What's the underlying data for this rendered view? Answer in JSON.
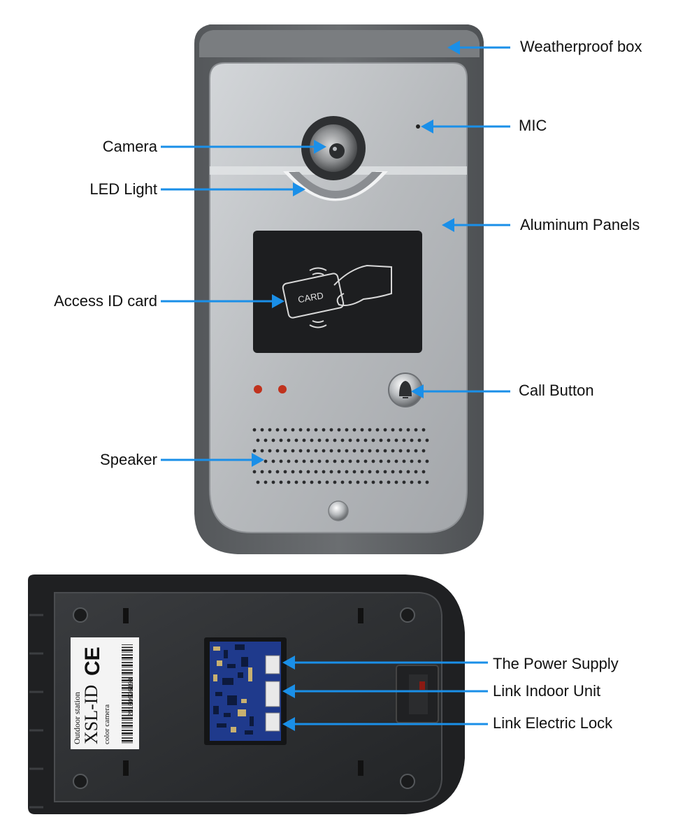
{
  "callouts": {
    "weatherproof_box": "Weatherproof box",
    "mic": "MIC",
    "camera": "Camera",
    "led_light": "LED Light",
    "aluminum_panels": "Aluminum Panels",
    "access_id_card": "Access ID card",
    "call_button": "Call Button",
    "speaker": "Speaker",
    "power_supply": "The Power Supply",
    "link_indoor_unit": "Link Indoor Unit",
    "link_electric_lock": "Link Electric Lock"
  },
  "card_reader": {
    "card_text": "CARD"
  },
  "back_label": {
    "station": "Outdoor station",
    "model": "XSL-ID",
    "ce_mark": "CE",
    "subtitle": "color camera",
    "serial": "20160926198"
  },
  "colors": {
    "accent_arrow": "#1a8fe8",
    "panel_silver": "#b9bcbf",
    "housing_gray": "#5e6164",
    "back_housing": "#2e3033"
  }
}
